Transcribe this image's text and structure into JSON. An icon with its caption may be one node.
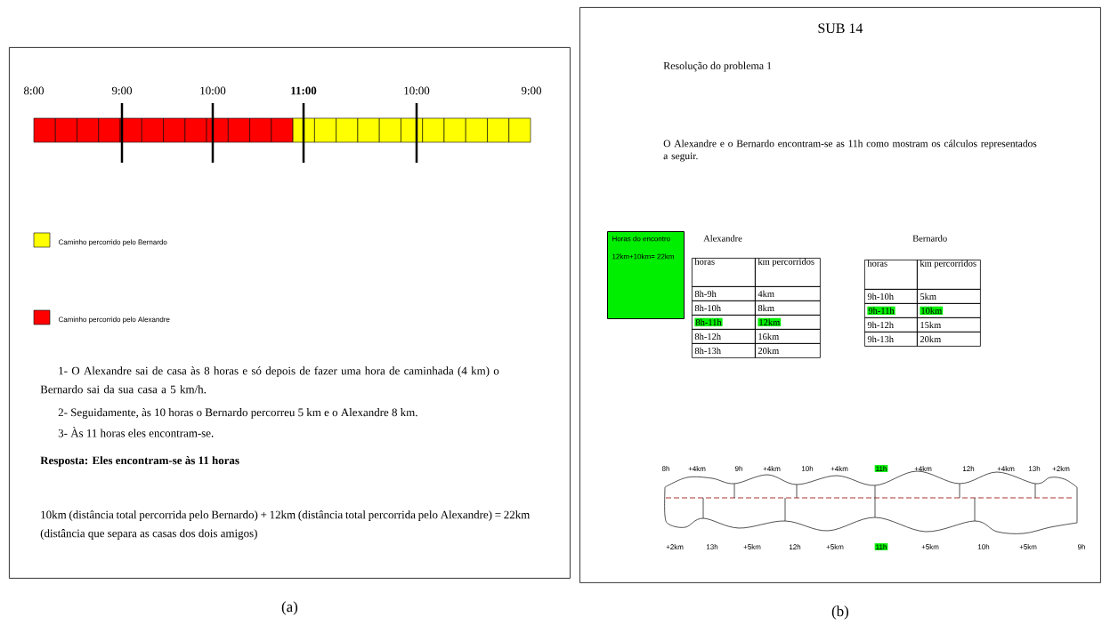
{
  "diagram": {
    "nodes": [
      {
        "text": [],
        "shape": "box",
        "beside": [
          "(a)"
        ]
      },
      {
        "text": [
          "SUB 14"
        ],
        "beside": [
          "(b)"
        ]
      },
      {
        "text": [
          "Horas do encontro",
          "12km+10km= 22km"
        ],
        "in": 1
      }
    ],
    "labels": [
      "8:00",
      "9:00",
      "10:00",
      "11:00",
      "10:00",
      "9:00",
      "1- O Alexandre sai de casa às 8 horas e só depois de fazer uma hora de caminhada (4 km) o Bernardo sai da sua casa a 5 km/h.",
      "2- Seguidamente, às 10 horas o Bernardo percorreu 5 km e o Alexandre 8 km.",
      "3- Às 11 horas eles encontram-se.",
      "Resposta: Eles encontram-se às 11 horas",
      "10km (distância total percorrida pelo Bernardo) + 12km (distância total percorrida pelo Alexandre) = 22km (distância que separa as casas dos dois amigos)",
      "Resolução do problema 1",
      "O Alexandre e o Bernardo encontram-se as 11h como mostram os cálculos representados a seguir.",
      "Alexandre",
      "horas",
      "km percorridos",
      "8h-9h",
      "4km",
      "8h-10h",
      "8km",
      "8h-11h",
      "12km",
      "8h-12h",
      "16km",
      "8h-13h",
      "20km",
      "Bernardo",
      "horas",
      "km percorridos",
      "9h-10h",
      "5km",
      "9h-11h",
      "10km",
      "9h-12h",
      "15km",
      "9h-13h",
      "20km",
      "8h",
      "+4km",
      "9h",
      "+4km",
      "10h",
      "+4km",
      "11h",
      "+4km",
      "12h",
      "+4km",
      "13h",
      "+2km",
      "+2km",
      "13h",
      "+5km",
      "12h",
      "+5km",
      "11h",
      "+5km",
      "10h",
      "+5km",
      "9h"
    ],
    "legend": [
      {
        "text": "Caminho percorrido pelo Bernardo",
        "color": "#ffff00"
      },
      {
        "text": "Caminho percorrido pelo Alexandre",
        "color": "#ff0000"
      }
    ]
  }
}
